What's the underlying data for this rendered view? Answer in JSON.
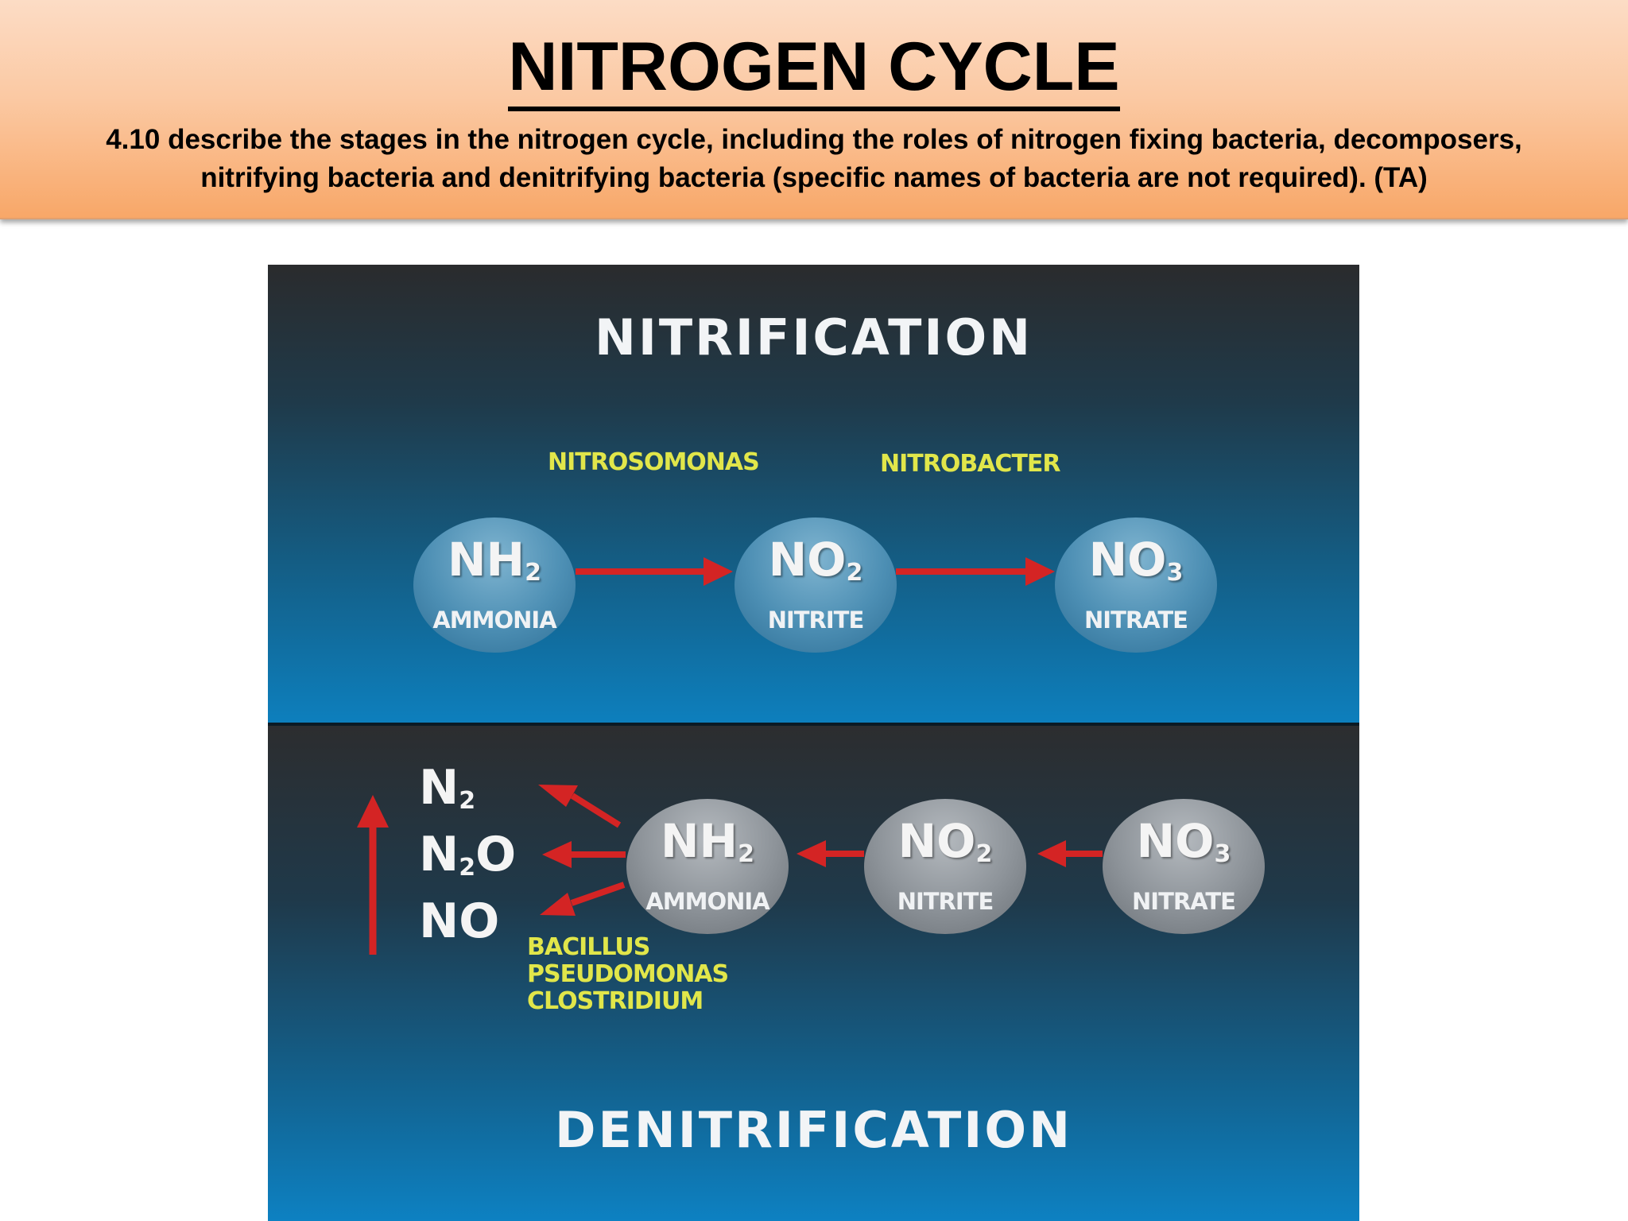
{
  "slide": {
    "title": "NITROGEN CYCLE",
    "subtitle": "4.10 describe the stages in the nitrogen cycle, including the roles of nitrogen fixing bacteria, decomposers, nitrifying bacteria and denitrifying bacteria (specific names of bacteria are not required). (TA)"
  },
  "nitrification": {
    "title": "NITRIFICATION",
    "bacteria": [
      "NITROSOMONAS",
      "NITROBACTER"
    ],
    "compounds": [
      {
        "formula": "NH",
        "sub": "2",
        "name": "AMMONIA"
      },
      {
        "formula": "NO",
        "sub": "2",
        "name": "NITRITE"
      },
      {
        "formula": "NO",
        "sub": "3",
        "name": "NITRATE"
      }
    ]
  },
  "denitrification": {
    "title": "DENITRIFICATION",
    "gases": [
      {
        "pre": "N",
        "sub": "2",
        "post": ""
      },
      {
        "pre": "N",
        "sub": "2",
        "post": "O"
      },
      {
        "pre": "NO",
        "sub": "",
        "post": ""
      }
    ],
    "bacteria": [
      "BACILLUS",
      "PSEUDOMONAS",
      "CLOSTRIDIUM"
    ],
    "compounds": [
      {
        "formula": "NH",
        "sub": "2",
        "name": "AMMONIA"
      },
      {
        "formula": "NO",
        "sub": "2",
        "name": "NITRITE"
      },
      {
        "formula": "NO",
        "sub": "3",
        "name": "NITRATE"
      }
    ]
  },
  "colors": {
    "arrow": "#d42424",
    "bacteria_text": "#e1e64a",
    "banner": "#f8a768"
  }
}
